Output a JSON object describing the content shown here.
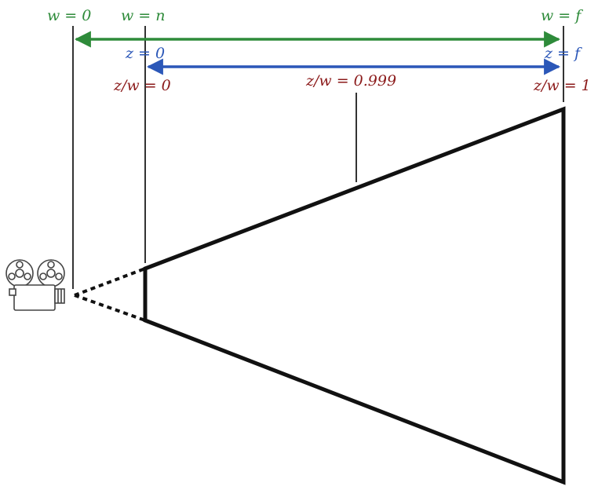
{
  "colors": {
    "w_labels": "#2e8b3a",
    "z_labels": "#2b57b8",
    "zw_labels": "#8b1a1a",
    "frustum": "#111111"
  },
  "icons": {
    "camera": "movie-camera-icon"
  },
  "labels": {
    "w_zero": "w = 0",
    "w_near": "w = n",
    "w_far": "w = f",
    "z_near": "z = 0",
    "z_far": "z = f",
    "zw_near": "z/w = 0",
    "zw_mid": "z/w = 0.999",
    "zw_far": "z/w = 1"
  }
}
